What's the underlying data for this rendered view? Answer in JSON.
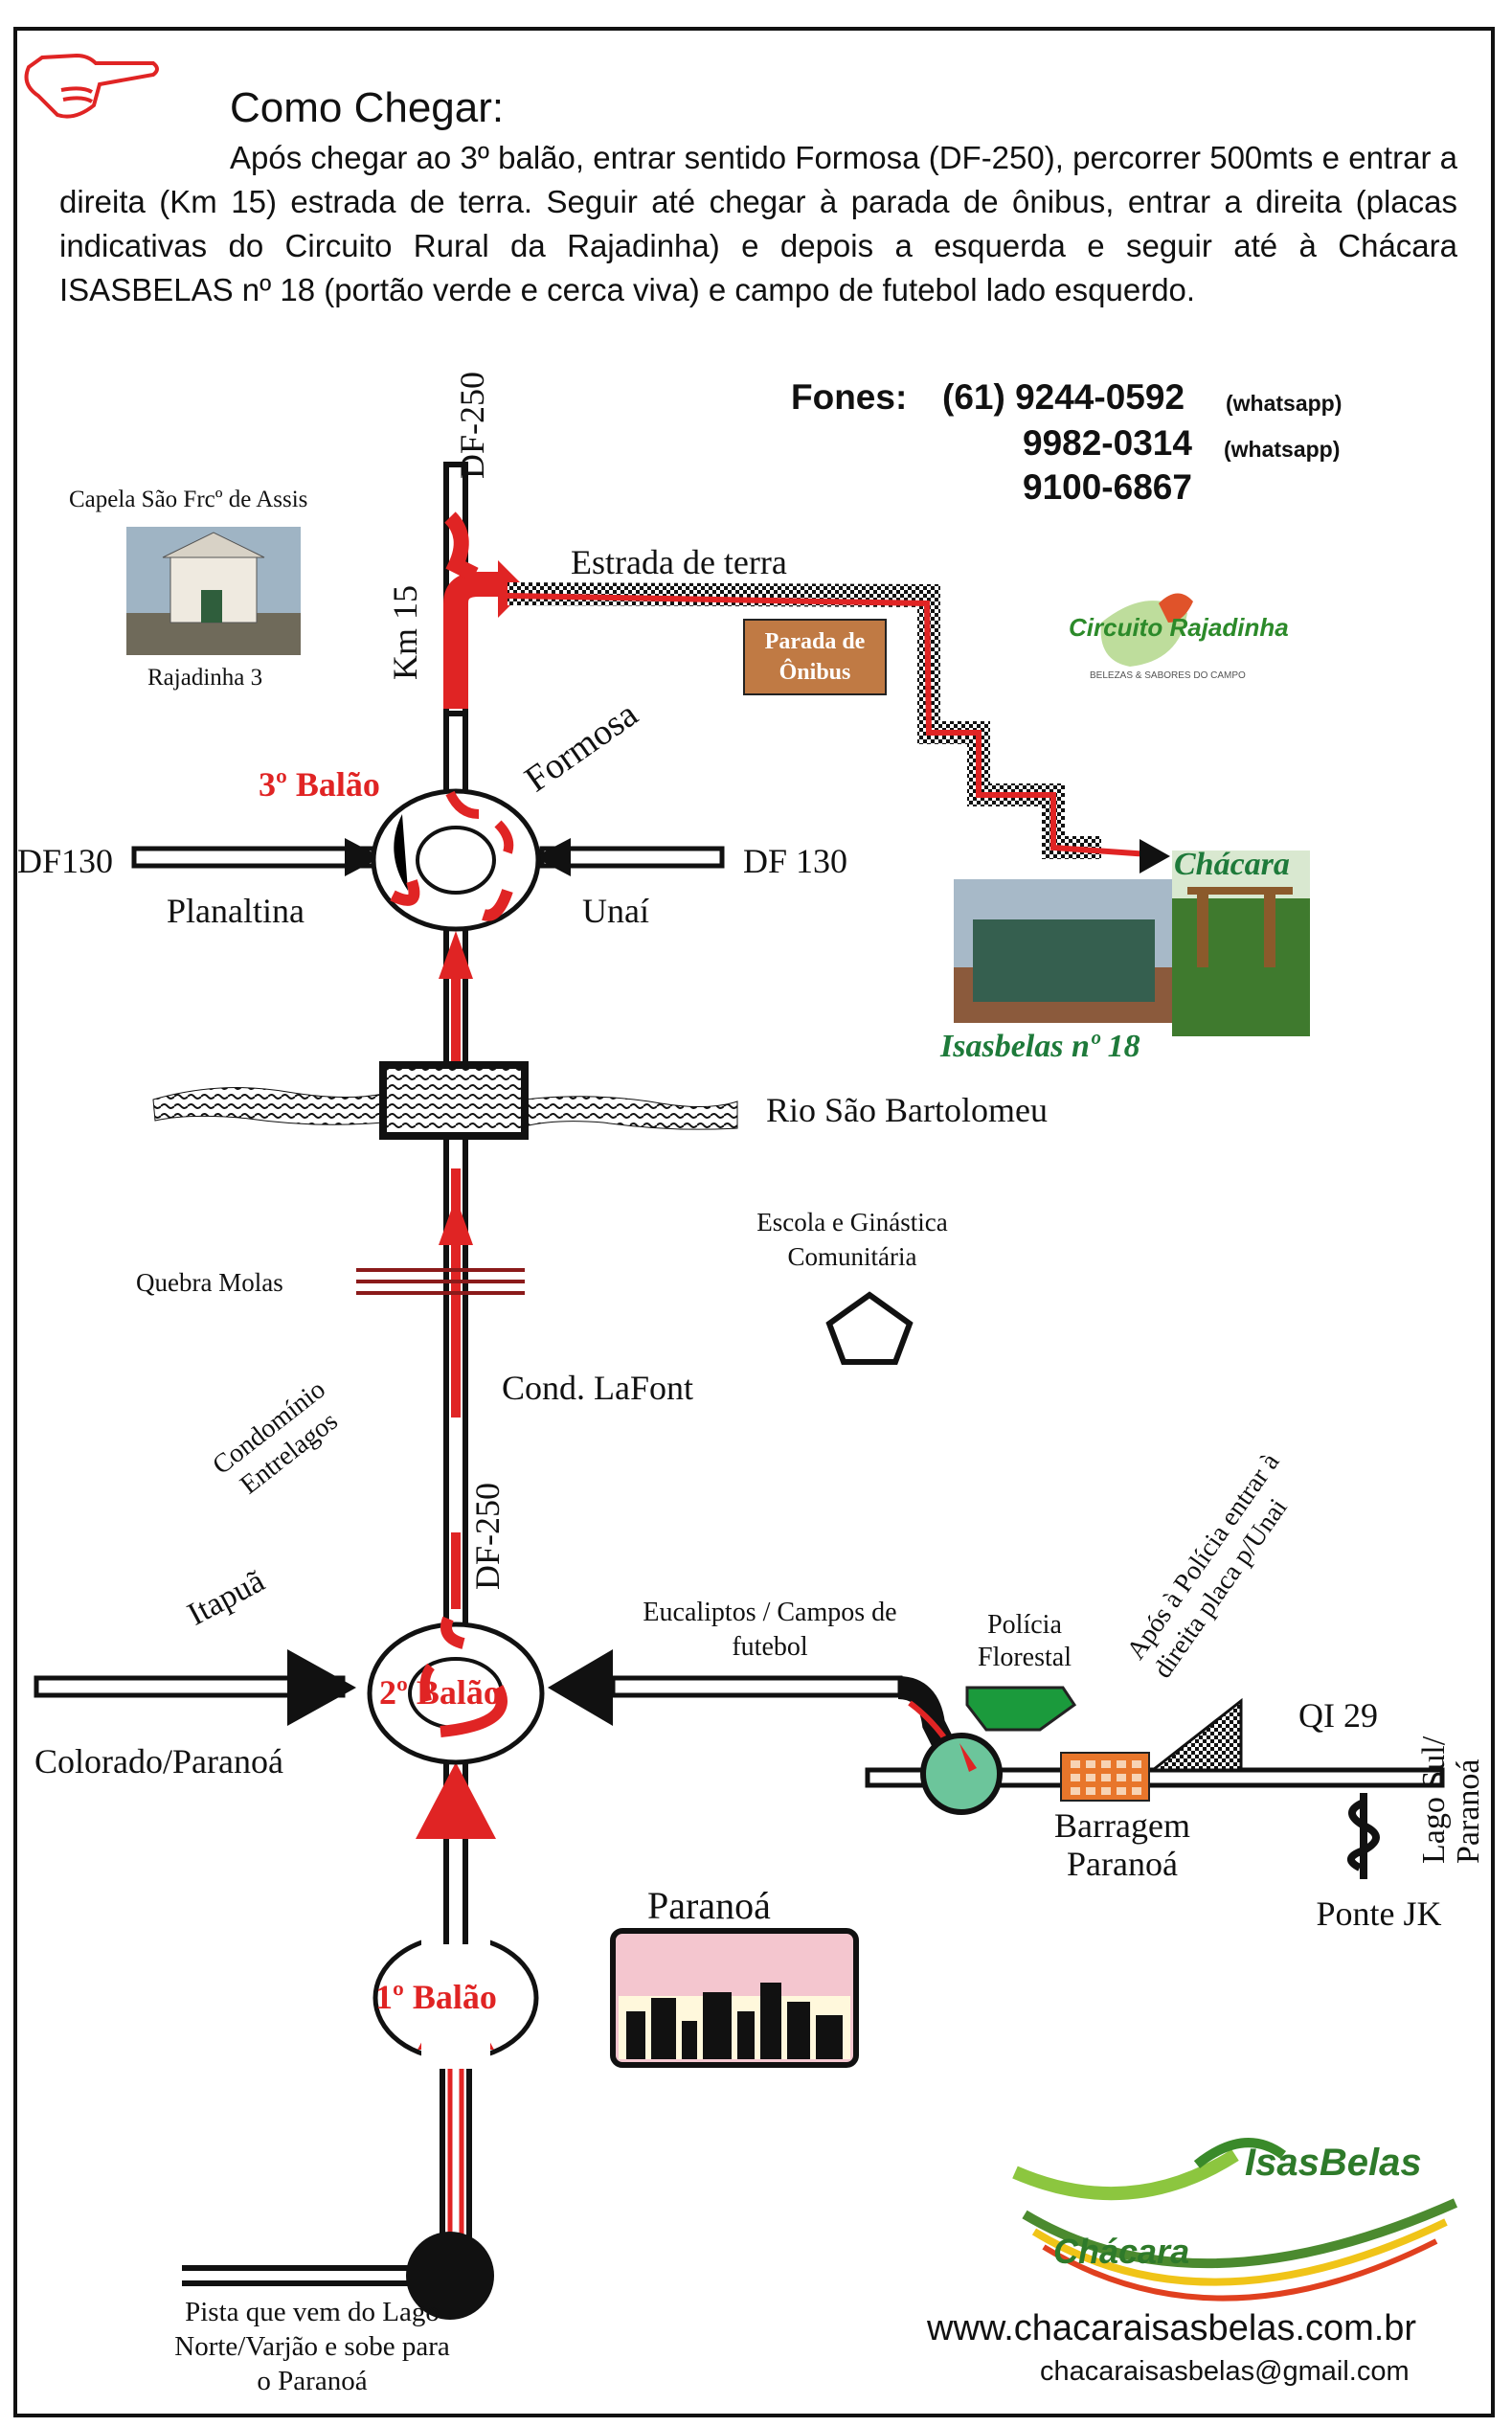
{
  "header": {
    "title": "Como Chegar:",
    "description": "Após chegar ao 3º balão, entrar sentido Formosa (DF-250), percorrer 500mts e entrar a direita (Km 15) estrada de terra. Seguir até chegar à parada de ônibus, entrar a direita (placas indicativas do Circuito Rural da Rajadinha) e depois a esquerda e seguir até à Chácara ISASBELAS nº 18 (portão verde e cerca viva) e campo de futebol lado esquerdo."
  },
  "phones": {
    "label": "Fones:",
    "numbers": [
      {
        "number": "(61) 9244-0592",
        "note": "(whatsapp)"
      },
      {
        "number": "9982-0314",
        "note": "(whatsapp)"
      },
      {
        "number": "9100-6867",
        "note": ""
      }
    ]
  },
  "labels": {
    "capela": "Capela São Frcº de Assis",
    "rajadinha": "Rajadinha 3",
    "df250_top": "DF-250",
    "km15": "Km 15",
    "estrada": "Estrada de terra",
    "parada": "Parada de Ônibus",
    "formosa": "Formosa",
    "balao3": "3º Balão",
    "df130_left": "DF130",
    "df130_right": "DF 130",
    "planaltina": "Planaltina",
    "unai": "Unaí",
    "chacara": "Chácara",
    "isasbelas": "Isasbelas nº 18",
    "rio": "Rio São Bartolomeu",
    "escola": "Escola e Ginástica Comunitária",
    "quebra": "Quebra Molas",
    "lafont": "Cond. LaFont",
    "condominio": "Condomínio Entrelagos",
    "itapua": "Itapuã",
    "df250_mid": "DF-250",
    "eucaliptos": "Eucaliptos / Campos de futebol",
    "policia": "Polícia Florestal",
    "apos_policia": "Após à Polícia entrar à direita placa p/Unai",
    "qi29": "QI 29",
    "lago_sul": "Lago Sul/ Paranoá",
    "balao2": "2º Balão",
    "colorado": "Colorado/Paranoá",
    "barragem": "Barragem Paranoá",
    "ponte": "Ponte JK",
    "paranoa": "Paranoá",
    "balao1": "1º Balão",
    "pista": "Pista que vem do Lago Norte/Varjão e sobe para o Paranoá"
  },
  "logos": {
    "circuito": "Circuito Rajadinha",
    "circuito_tag": "BELEZAS & SABORES DO CAMPO",
    "chacara_brand": "Chácara",
    "isasbelas_brand": "IsasBelas"
  },
  "footer": {
    "website": "www.chacaraisasbelas.com.br",
    "email": "chacaraisasbelas@gmail.com"
  },
  "colors": {
    "route_red": "#e02424",
    "road_black": "#111111",
    "label_green": "#1e7a3a",
    "parada_brown": "#c07a44",
    "policia_green": "#1b9a3c",
    "roundabout_green": "#6cc59b",
    "barragem_orange": "#e8762b"
  },
  "icons": [
    "pointing-hand-icon",
    "pentagon-icon",
    "cityscape-icon"
  ]
}
